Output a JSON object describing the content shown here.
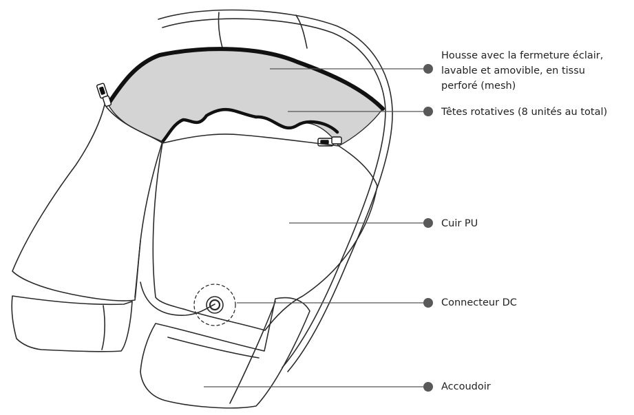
{
  "colors": {
    "outline": "#2a2a2a",
    "mesh_fill": "#d4d4d4",
    "zipper": "#111111",
    "leader": "#555555",
    "dot": "#595959",
    "text": "#222222"
  },
  "callouts": [
    {
      "id": "housse",
      "lines": [
        "Housse avec la fermeture éclair,",
        "lavable et amovible, en tissu",
        "perforé (mesh)"
      ]
    },
    {
      "id": "tetes",
      "lines": [
        "Têtes rotatives (8 unités au total)"
      ]
    },
    {
      "id": "cuir",
      "lines": [
        "Cuir PU"
      ]
    },
    {
      "id": "dc",
      "lines": [
        "Connecteur DC"
      ]
    },
    {
      "id": "accoudoir",
      "lines": [
        "Accoudoir"
      ]
    }
  ]
}
